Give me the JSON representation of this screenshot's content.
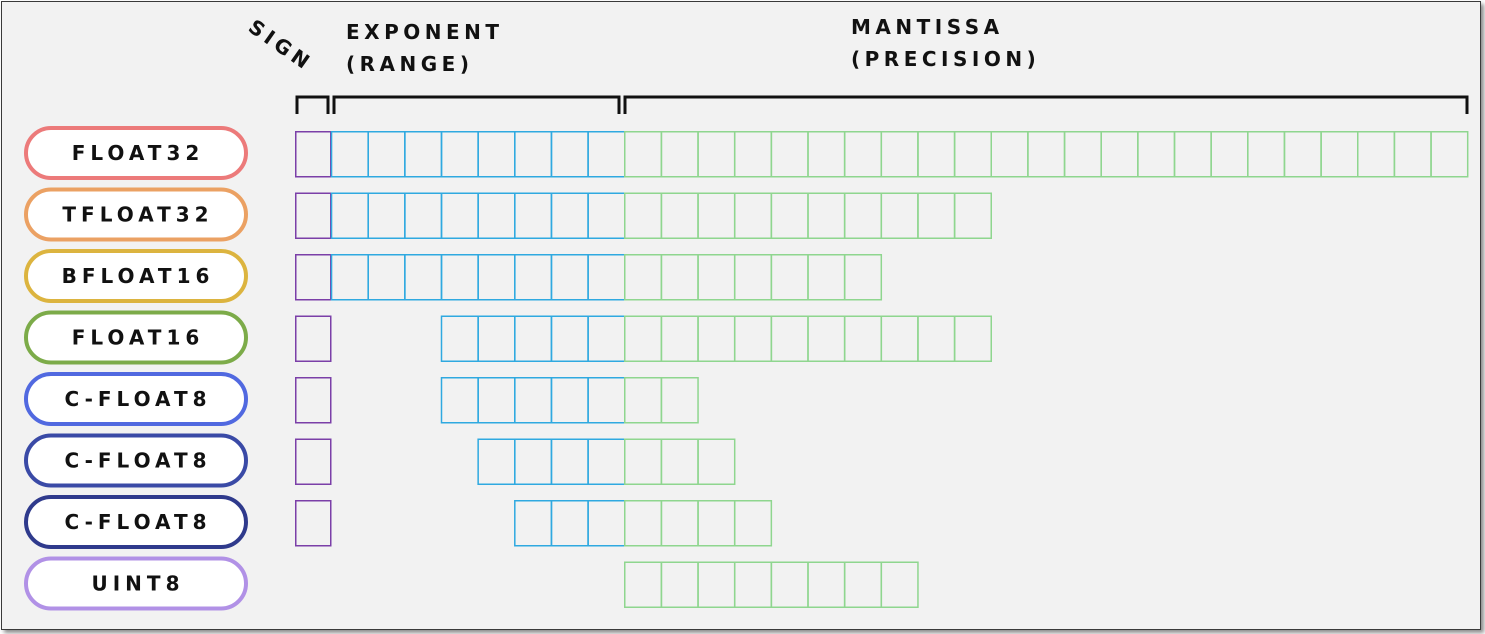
{
  "headers": {
    "sign": "SIGN",
    "exponent_line1": "EXPONENT",
    "exponent_line2": "(RANGE)",
    "mantissa_line1": "MANTISSA",
    "mantissa_line2": "(PRECISION)"
  },
  "colors": {
    "sign": "#7b3fa8",
    "exponent": "#2fa9e0",
    "mantissa": "#8fd68f",
    "bracket": "#111111"
  },
  "formats": [
    {
      "label": "FLOAT32",
      "color": "#ec7a7a",
      "sign_bits": 1,
      "exponent_bits": 8,
      "mantissa_bits": 23
    },
    {
      "label": "TFLOAT32",
      "color": "#eba163",
      "sign_bits": 1,
      "exponent_bits": 8,
      "mantissa_bits": 10
    },
    {
      "label": "BFLOAT16",
      "color": "#dcb43f",
      "sign_bits": 1,
      "exponent_bits": 8,
      "mantissa_bits": 7
    },
    {
      "label": "FLOAT16",
      "color": "#7cab49",
      "sign_bits": 1,
      "exponent_bits": 5,
      "mantissa_bits": 10
    },
    {
      "label": "C-FLOAT8",
      "color": "#5169e0",
      "sign_bits": 1,
      "exponent_bits": 5,
      "mantissa_bits": 2
    },
    {
      "label": "C-FLOAT8",
      "color": "#3a4aa6",
      "sign_bits": 1,
      "exponent_bits": 4,
      "mantissa_bits": 3
    },
    {
      "label": "C-FLOAT8",
      "color": "#2f3a8c",
      "sign_bits": 1,
      "exponent_bits": 3,
      "mantissa_bits": 4
    },
    {
      "label": "UINT8",
      "color": "#b191e6",
      "sign_bits": 0,
      "exponent_bits": 0,
      "mantissa_bits": 8
    }
  ]
}
